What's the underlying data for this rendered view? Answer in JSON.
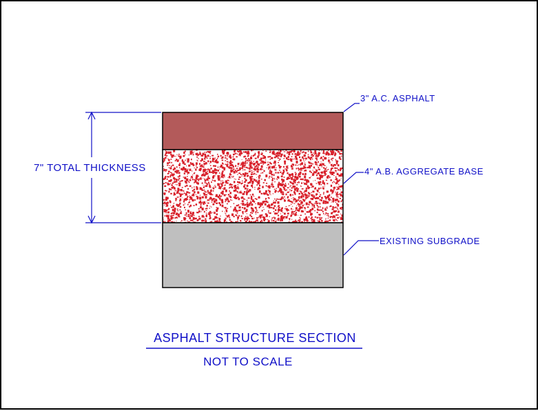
{
  "layers": [
    {
      "label": "3\" A.C. ASPHALT",
      "thickness_in": 3,
      "color": "#b35a5a"
    },
    {
      "label": "4\" A.B. AGGREGATE BASE",
      "thickness_in": 4,
      "color": "#ffffff",
      "speckle_color": "#d8212b"
    },
    {
      "label": "EXISTING SUBGRADE",
      "color": "#bfbfbf"
    }
  ],
  "dimension": {
    "label": "7\" TOTAL THICKNESS"
  },
  "title": "ASPHALT STRUCTURE SECTION",
  "subtitle": "NOT TO SCALE",
  "annotation_color": "#1010c8"
}
